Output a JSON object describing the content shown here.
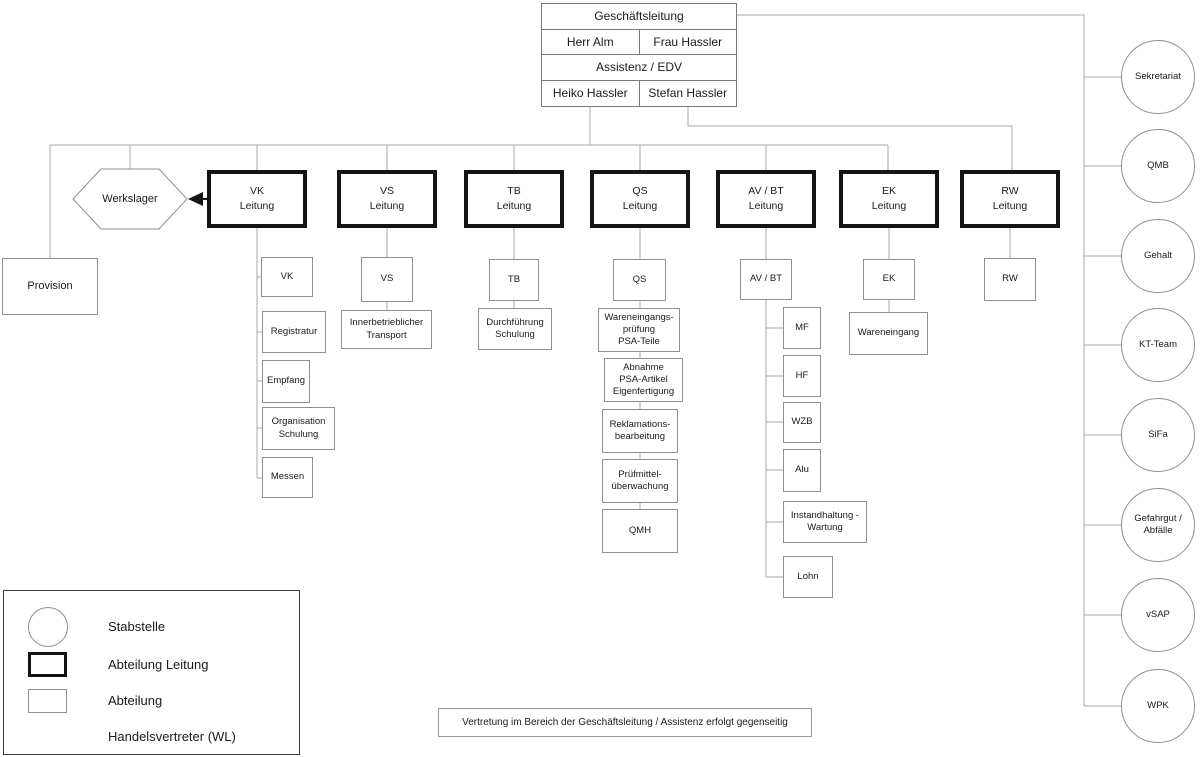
{
  "management": {
    "title": "Geschäftsleitung",
    "left_person": "Herr Alm",
    "right_person": "Frau Hassler",
    "assistance": "Assistenz / EDV",
    "assistant_left": "Heiko Hassler",
    "assistant_right": "Stefan Hassler"
  },
  "staff_units": [
    {
      "label": "Sekretariat"
    },
    {
      "label": "QMB"
    },
    {
      "label": "Gehalt"
    },
    {
      "label": "KT-Team"
    },
    {
      "label": "SiFa"
    },
    {
      "label": "Gefahrgut /\nAbfälle"
    },
    {
      "label": "vSAP"
    },
    {
      "label": "WPK"
    }
  ],
  "handelsvertreter": {
    "label": "Werkslager"
  },
  "provision": {
    "label": "Provision"
  },
  "departments": [
    {
      "leader": "VK\nLeitung",
      "units": [
        {
          "label": "VK"
        },
        {
          "label": "Registratur"
        },
        {
          "label": "Empfang"
        },
        {
          "label": "Organisation\nSchulung"
        },
        {
          "label": "Messen"
        }
      ]
    },
    {
      "leader": "VS\nLeitung",
      "units": [
        {
          "label": "VS"
        },
        {
          "label": "Innerbetrieblicher\nTransport"
        }
      ]
    },
    {
      "leader": "TB\nLeitung",
      "units": [
        {
          "label": "TB"
        },
        {
          "label": "Durchführung\nSchulung"
        }
      ]
    },
    {
      "leader": "QS\nLeitung",
      "units": [
        {
          "label": "QS"
        },
        {
          "label": "Wareneingangs-\nprüfung\nPSA-Teile"
        },
        {
          "label": "Abnahme\nPSA-Artikel\nEigenfertigung"
        },
        {
          "label": "Reklamations-\nbearbeitung"
        },
        {
          "label": "Prüfmittel-\nüberwachung"
        },
        {
          "label": "QMH"
        }
      ]
    },
    {
      "leader": "AV / BT\nLeitung",
      "units": [
        {
          "label": "AV / BT"
        },
        {
          "label": "MF"
        },
        {
          "label": "HF"
        },
        {
          "label": "WZB"
        },
        {
          "label": "Alu"
        },
        {
          "label": "Instandhaltung -\nWartung"
        },
        {
          "label": "Lohn"
        }
      ]
    },
    {
      "leader": "EK\nLeitung",
      "units": [
        {
          "label": "EK"
        },
        {
          "label": "Wareneingang"
        }
      ]
    },
    {
      "leader": "RW\nLeitung",
      "units": [
        {
          "label": "RW"
        }
      ]
    }
  ],
  "legend": {
    "items": [
      {
        "shape": "circle",
        "label": "Stabstelle"
      },
      {
        "shape": "bold-rect",
        "label": "Abteilung Leitung"
      },
      {
        "shape": "rect",
        "label": "Abteilung"
      },
      {
        "shape": "hexagon",
        "label": "Handelsvertreter (WL)"
      }
    ]
  },
  "note": "Vertretung im Bereich der Geschäftsleitung / Assistenz erfolgt gegenseitig",
  "colors": {
    "line": "#a9a9a9",
    "box_border": "#8f8f8f",
    "bold_border": "#141414",
    "text": "#1a1a1a"
  }
}
